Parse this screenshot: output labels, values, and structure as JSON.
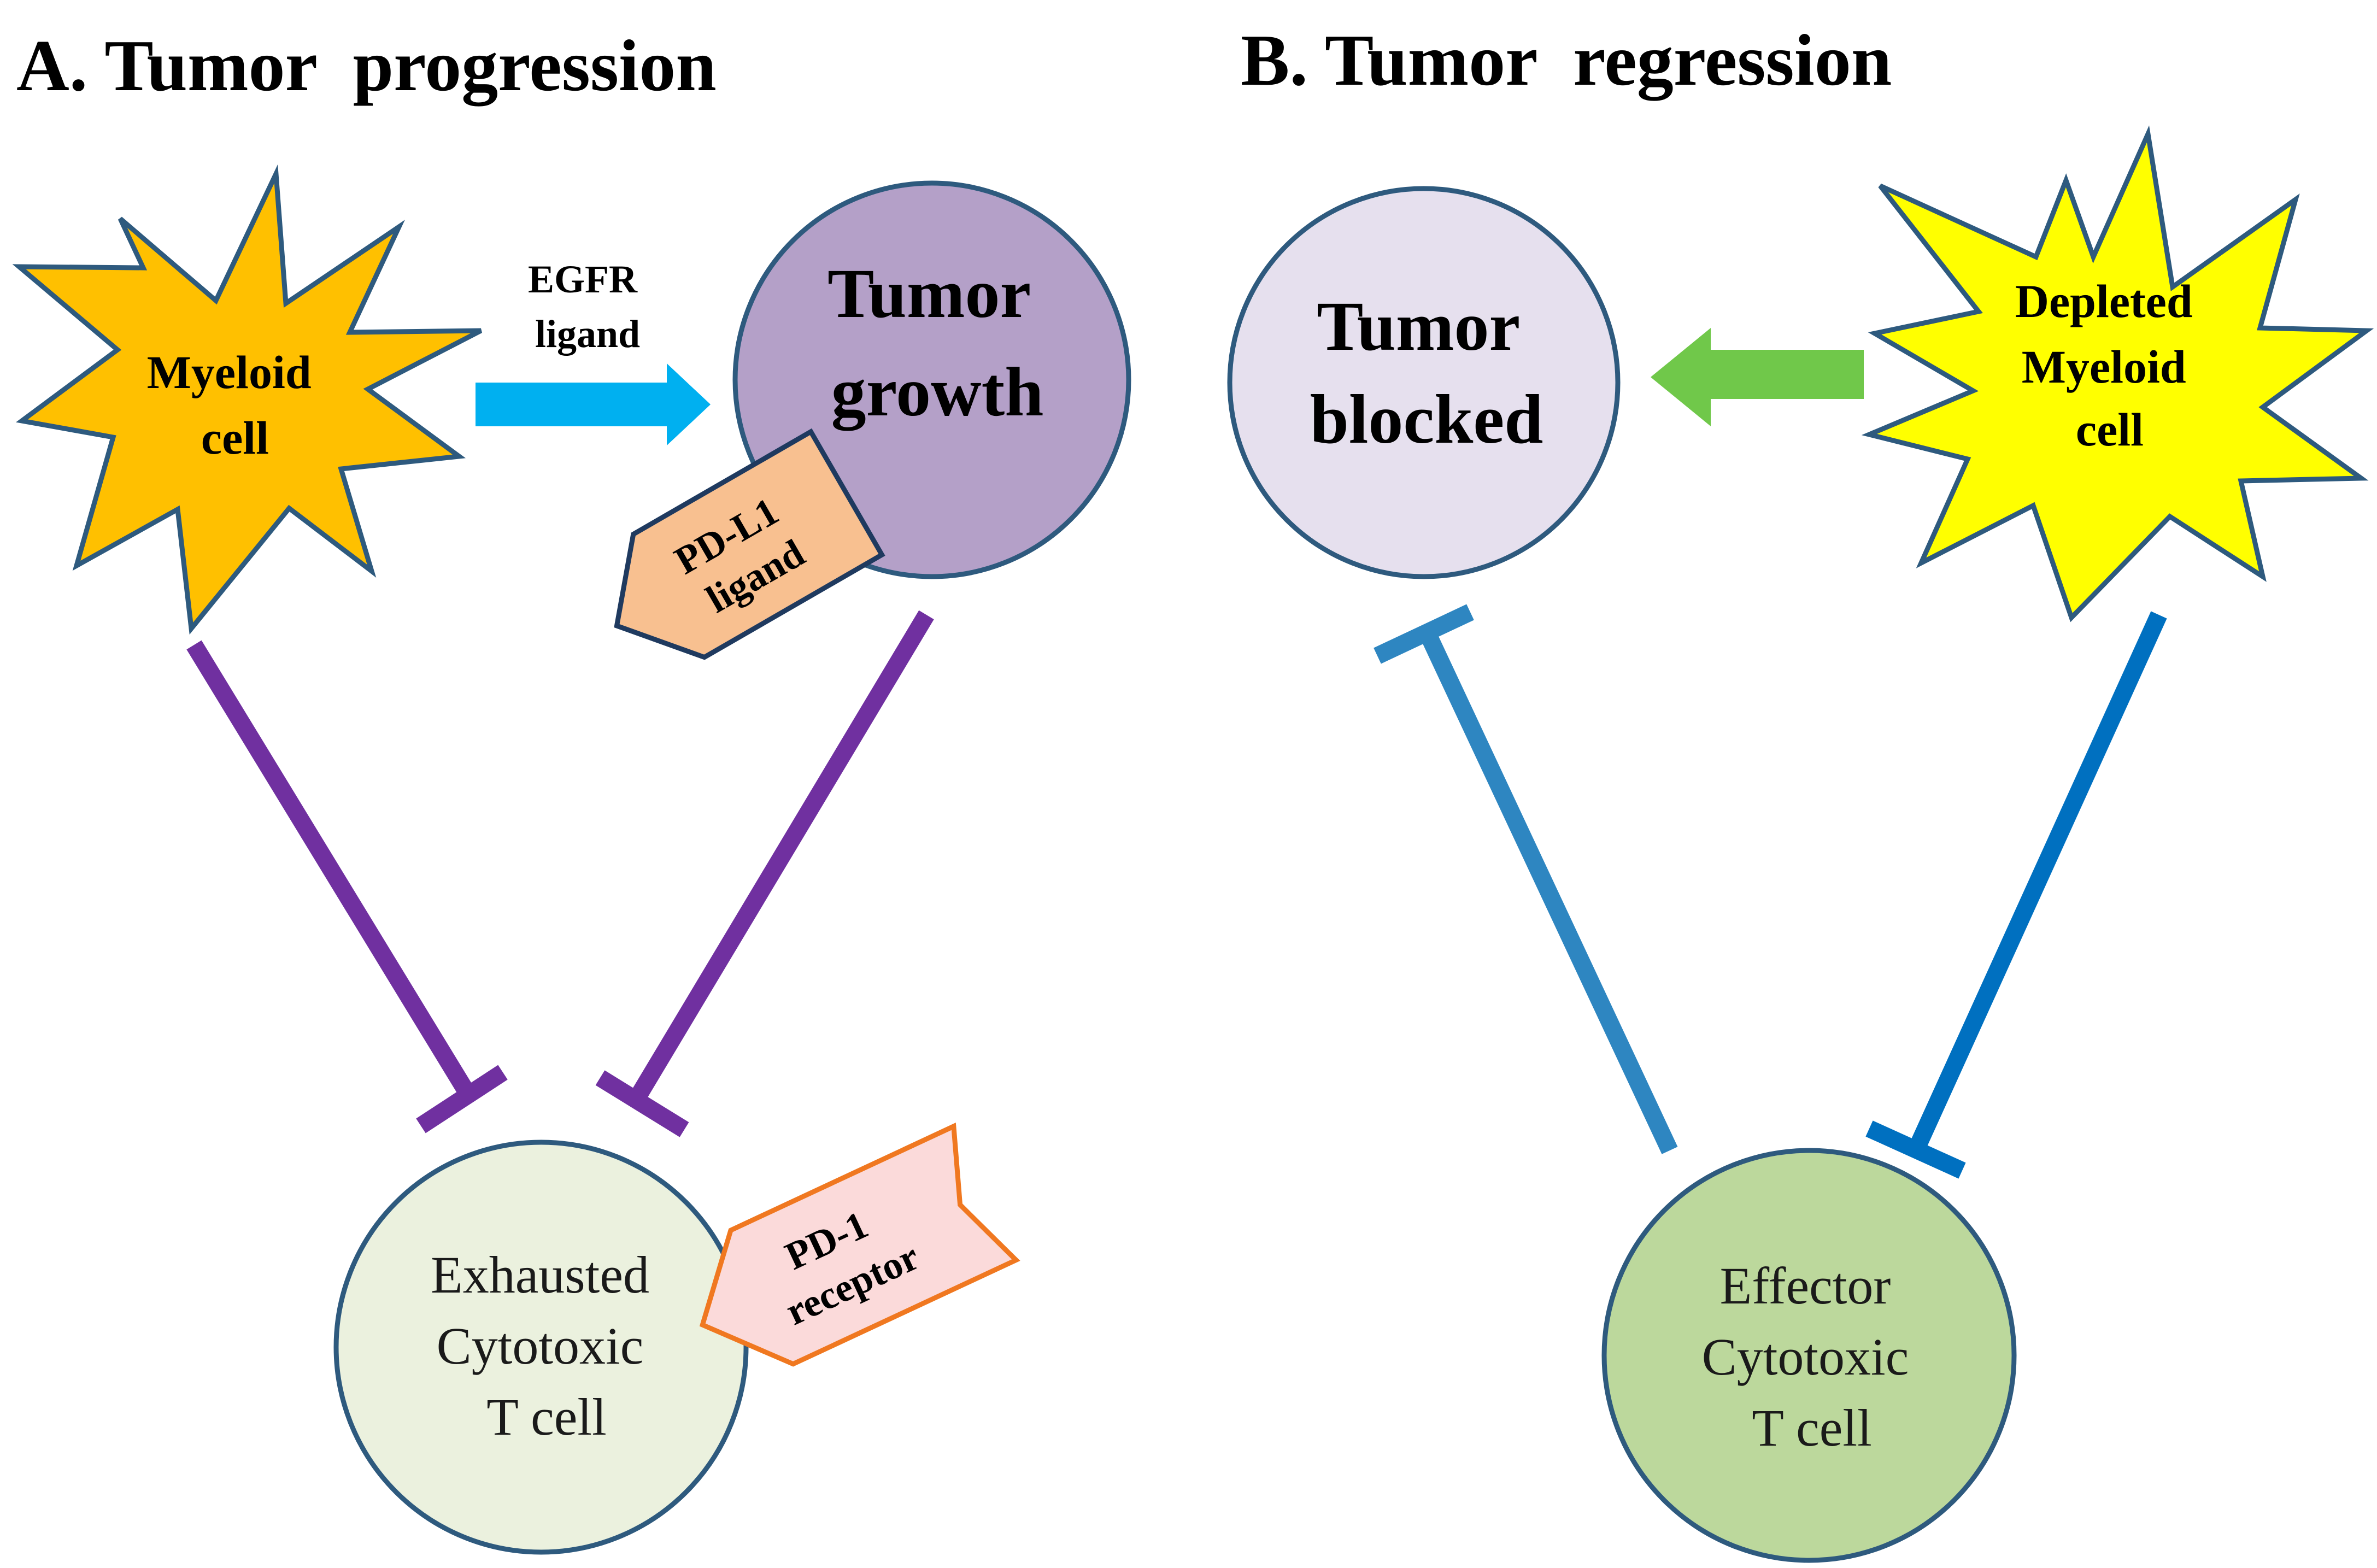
{
  "panels": {
    "a": {
      "title": "A. Tumor  progression",
      "myeloid": {
        "line1": "Myeloid",
        "line2": "cell"
      },
      "egfr": {
        "line1": "EGFR",
        "line2": "ligand"
      },
      "tumor": {
        "line1": "Tumor",
        "line2": "growth"
      },
      "pdl1": {
        "line1": "PD-L1",
        "line2": "ligand"
      },
      "tcell": {
        "line1": "Exhausted",
        "line2": "Cytotoxic",
        "line3": "T cell"
      },
      "pd1": {
        "line1": "PD-1",
        "line2": "receptor"
      }
    },
    "b": {
      "title": "B. Tumor  regression",
      "tumor": {
        "line1": "Tumor",
        "line2": "blocked"
      },
      "myeloid": {
        "line1": "Depleted",
        "line2": "Myeloid",
        "line3": "cell"
      },
      "tcell": {
        "line1": "Effector",
        "line2": "Cytotoxic",
        "line3": "T cell"
      }
    }
  },
  "colors": {
    "myeloid_fill": "#FFC000",
    "depleted_myeloid_fill": "#FFFF00",
    "outline": "#2E5A7E",
    "tumor_growth_fill": "#B4A0C8",
    "tumor_blocked_fill": "#E6E0EE",
    "exhausted_tcell_fill": "#EBF1DE",
    "effector_tcell_fill": "#BCD89C",
    "egfr_arrow": "#00B0F0",
    "regression_arrow": "#70C84A",
    "inhibit_purple": "#7030A0",
    "inhibit_blue_light": "#2E86C1",
    "inhibit_blue_dark": "#0070C0",
    "pdl1_fill": "#F8C090",
    "pd1_fill": "#FBDADA",
    "pd1_outline": "#F07820"
  },
  "icons": {
    "myeloid": "starburst",
    "arrows": "block-arrow",
    "inhibition": "t-bar-inhibition-line"
  }
}
